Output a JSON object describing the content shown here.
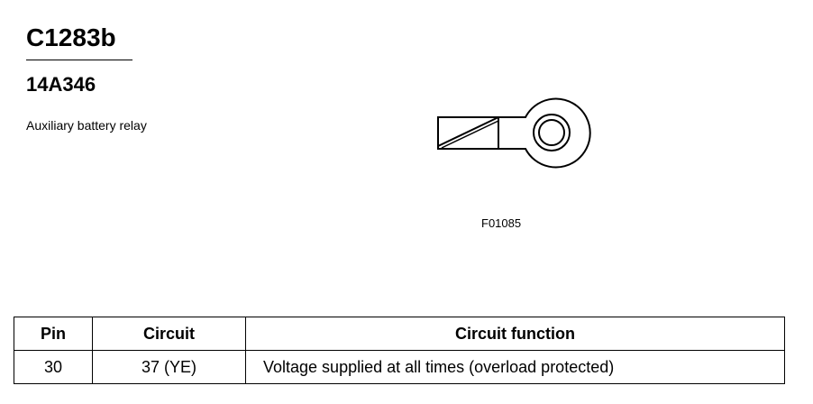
{
  "header": {
    "connector_id": "C1283b",
    "part_number": "14A346",
    "description": "Auxiliary battery relay"
  },
  "figure": {
    "id": "F01085",
    "icon": "ring-terminal-icon"
  },
  "pin_table": {
    "columns": [
      "Pin",
      "Circuit",
      "Circuit function"
    ],
    "rows": [
      [
        "30",
        "37 (YE)",
        "Voltage supplied at all times (overload protected)"
      ]
    ]
  }
}
